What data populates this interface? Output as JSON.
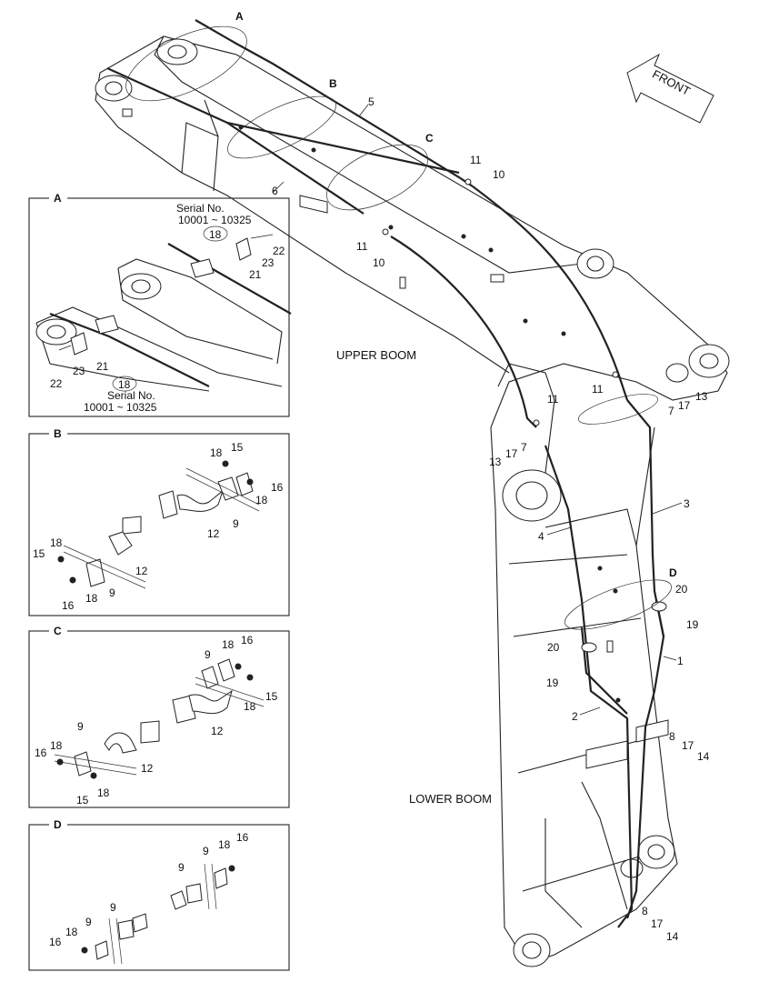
{
  "front_label": "FRONT",
  "zones": {
    "upper_boom": "UPPER BOOM",
    "lower_boom": "LOWER BOOM"
  },
  "detail_titles": {
    "a": "A",
    "b": "B",
    "c": "C",
    "d": "D"
  },
  "serial": {
    "label": "Serial No.",
    "range": "10001 ~ 10325",
    "part": "18"
  },
  "main_callouts": {
    "a": "A",
    "b": "B",
    "c": "C",
    "d": "D",
    "p1": "1",
    "p2": "2",
    "p3": "3",
    "p4": "4",
    "p5": "5",
    "p6": "6",
    "p7a": "7",
    "p7b": "7",
    "p8a": "8",
    "p8b": "8",
    "p10a": "10",
    "p10b": "10",
    "p11a": "11",
    "p11b": "11",
    "p11c": "11",
    "p11d": "11",
    "p13a": "13",
    "p13b": "13",
    "p14a": "14",
    "p14b": "14",
    "p17a": "17",
    "p17b": "17",
    "p17c": "17",
    "p17d": "17",
    "p19a": "19",
    "p19b": "19",
    "p20a": "20",
    "p20b": "20"
  },
  "detail_a_callouts": {
    "p21a": "21",
    "p21b": "21",
    "p22a": "22",
    "p22b": "22",
    "p23a": "23",
    "p23b": "23"
  },
  "detail_b_callouts": {
    "p18a": "18",
    "p15a": "15",
    "p16a": "16",
    "p18b": "18",
    "p12a": "12",
    "p9a": "9",
    "p18c": "18",
    "p15b": "15",
    "p12b": "12",
    "p16b": "16",
    "p18d": "18",
    "p9b": "9"
  },
  "detail_c_callouts": {
    "p9a": "9",
    "p18a": "18",
    "p16a": "16",
    "p15a": "15",
    "p18b": "18",
    "p12a": "12",
    "p9b": "9",
    "p16b": "16",
    "p18c": "18",
    "p12b": "12",
    "p15b": "15",
    "p18d": "18"
  },
  "detail_d_callouts": {
    "p9a": "9",
    "p9b": "9",
    "p18a": "18",
    "p16a": "16",
    "p9c": "9",
    "p16b": "16",
    "p18b": "18",
    "p9d": "9"
  }
}
